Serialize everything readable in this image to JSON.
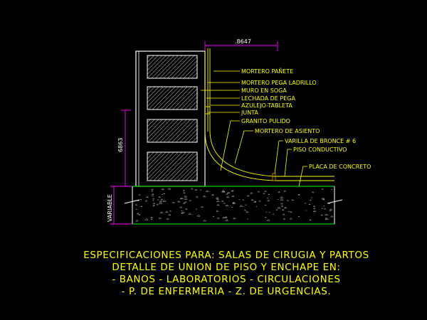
{
  "colors": {
    "background": "#000000",
    "wall": "#ffffff",
    "layers": "#ffff00",
    "floor_line": "#00cc00",
    "dimension": "#ff00ff",
    "aggregate": "#bbbbbb",
    "bronze_bar": "#cc8800"
  },
  "dimensions": {
    "top": ".8647",
    "side": "6863",
    "variable": "VARIABLE"
  },
  "callouts": [
    "MORTERO PAÑETE",
    "MORTERO PEGA LADRILLO",
    "MURO EN SOGA",
    "LECHADA DE PEGA",
    "AZULEJO-TABLETA",
    "JUNTA",
    "GRANITO PULIDO",
    "MORTERO DE ASIENTO",
    "VARILLA DE BRONCE # 6",
    "PISO CONDUCTIVO",
    "PLACA DE CONCRETO"
  ],
  "title_lines": [
    "ESPECIFICACIONES PARA: SALAS DE CIRUGIA Y PARTOS",
    "DETALLE DE UNION DE PISO Y ENCHAPE EN:",
    "- BANOS - LABORATORIOS - CIRCULACIONES",
    "- P. DE ENFERMERIA - Z. DE URGENCIAS."
  ]
}
